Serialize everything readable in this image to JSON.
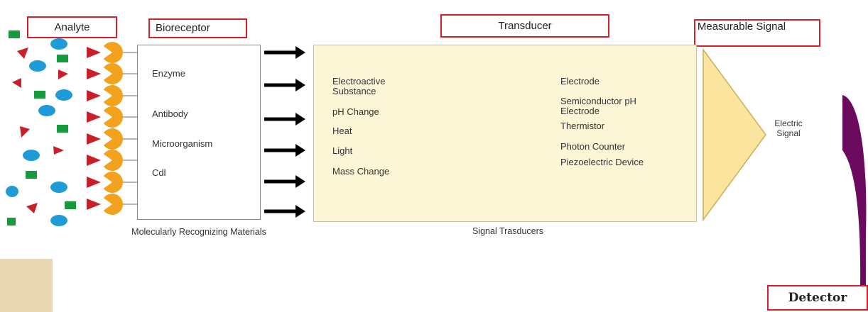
{
  "headers": {
    "analyte": "Analyte",
    "bioreceptor": "Bioreceptor",
    "transducer": "Transducer",
    "measurable_signal": "Measurable Signal",
    "detector": "Detector"
  },
  "bioreceptor_items": [
    "Enzyme",
    "Antibody",
    "Microorganism",
    "Cdl"
  ],
  "bioreceptor_caption": "Molecularly Recognizing Materials",
  "transducer_inputs": [
    "Electroactive Substance",
    "pH Change",
    "Heat",
    "Light",
    "Mass Change"
  ],
  "transducer_outputs": [
    "Electrode",
    "Semiconductor pH Electrode",
    "Thermistor",
    "Photon Counter",
    "Piezoelectric Device"
  ],
  "transducer_caption": "Signal Trasducers",
  "signal_label": "Electric Signal",
  "colors": {
    "label_border": "#d81f2a",
    "analyte_triangle": "#c8202a",
    "analyte_circle": "#1f9bd7",
    "analyte_square": "#159a3e",
    "bioreceptor_pacman": "#f2a21c",
    "transducer_fill": "#fdf6d6",
    "signal_triangle": "#fbe59e",
    "detector_arrow": "#6b0a5e"
  }
}
